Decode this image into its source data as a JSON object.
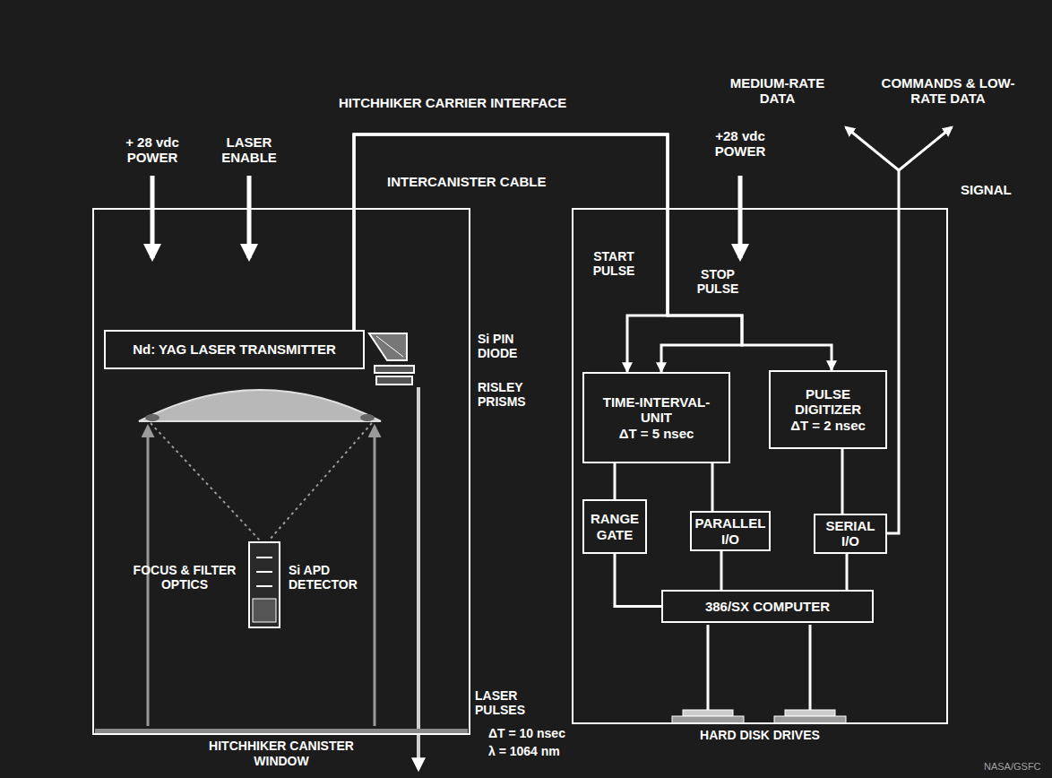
{
  "diagram": {
    "nodes": [
      {
        "text": [
          "HITCHHIKER CANISTER WINDOW"
        ]
      },
      {
        "text": [
          "Nd: YAG LASER TRANSMITTER"
        ],
        "in": 0
      },
      {
        "text": [
          "HARD DISK DRIVES"
        ]
      },
      {
        "text": [
          "TIME-INTERVAL- UNIT",
          "ΔT = 5 nsec"
        ],
        "in": 2
      },
      {
        "text": [
          "PULSE DIGITIZER",
          "ΔT = 2 nsec"
        ],
        "in": 2
      },
      {
        "text": [
          "RANGE GATE"
        ],
        "in": 2
      },
      {
        "text": [
          "PARALLEL I/O"
        ],
        "in": 2
      },
      {
        "text": [
          "SERIAL I/O"
        ],
        "in": 2
      },
      {
        "text": [
          "386/SX COMPUTER"
        ],
        "in": 2
      }
    ],
    "edges": [
      {
        "from": 1,
        "to": 3,
        "arrow": "to"
      },
      {
        "from": 1,
        "to": 3,
        "arrow": "to"
      },
      {
        "from": 1,
        "to": 4,
        "arrow": "to"
      },
      {
        "from": 3,
        "to": 5,
        "arrow": "none"
      },
      {
        "from": 3,
        "to": 6,
        "arrow": "none"
      },
      {
        "from": 4,
        "to": 7,
        "arrow": "none"
      },
      {
        "from": 5,
        "to": 8,
        "arrow": "none"
      },
      {
        "from": 6,
        "to": 8,
        "arrow": "none"
      },
      {
        "from": 7,
        "to": 8,
        "arrow": "none"
      }
    ],
    "labels": [
      "+ 28 vdc POWER",
      "LASER ENABLE",
      "HITCHHIKER CARRIER INTERFACE",
      "INTERCANISTER CABLE",
      "+28 vdc POWER",
      "MEDIUM-RATE DATA",
      "COMMANDS & LOW-RATE DATA",
      "SIGNAL",
      "Si PIN DIODE",
      "RISLEY PRISMS",
      "FOCUS & FILTER OPTICS",
      "Si APD DETECTOR",
      "LASER PULSES",
      "ΔT = 10 nsec",
      "λ = 1064 nm",
      "START PULSE",
      "STOP PULSE",
      "NASA/GSFC"
    ]
  }
}
